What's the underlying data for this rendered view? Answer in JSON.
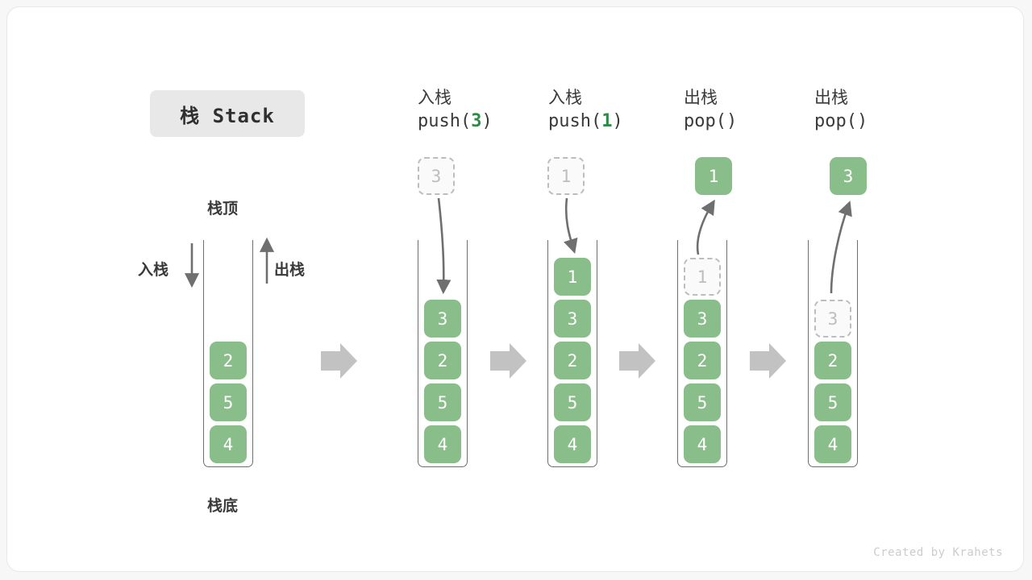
{
  "title": {
    "badge": "栈 Stack"
  },
  "footer": {
    "credit": "Created by Krahets"
  },
  "colors": {
    "element_green": "#89bd89",
    "ghost_border": "#bdbdbd",
    "arrow_gray": "#6f6f6f",
    "flow_arrow_gray": "#c2c2c2",
    "accent_code": "#2e8b46",
    "badge_bg": "#e8e8e8"
  },
  "legend": {
    "top_label": "栈顶",
    "bottom_label": "栈底",
    "push_label": "入栈",
    "pop_label": "出栈"
  },
  "columns": [
    {
      "id": "initial",
      "head_cn": "",
      "head_code_prefix": "",
      "head_code_arg": "",
      "head_code_suffix": "",
      "floating": null,
      "ghost_top": null,
      "cells": [
        "2",
        "5",
        "4"
      ]
    },
    {
      "id": "push-3",
      "head_cn": "入栈",
      "head_code_prefix": "push(",
      "head_code_arg": "3",
      "head_code_suffix": ")",
      "floating": {
        "value": "3",
        "style": "ghost"
      },
      "ghost_top": null,
      "cells": [
        "3",
        "2",
        "5",
        "4"
      ]
    },
    {
      "id": "push-1",
      "head_cn": "入栈",
      "head_code_prefix": "push(",
      "head_code_arg": "1",
      "head_code_suffix": ")",
      "floating": {
        "value": "1",
        "style": "ghost"
      },
      "ghost_top": null,
      "cells": [
        "1",
        "3",
        "2",
        "5",
        "4"
      ]
    },
    {
      "id": "pop-1",
      "head_cn": "出栈",
      "head_code_prefix": "pop(",
      "head_code_arg": "",
      "head_code_suffix": ")",
      "floating": {
        "value": "1",
        "style": "filled"
      },
      "ghost_top": "1",
      "cells": [
        "3",
        "2",
        "5",
        "4"
      ]
    },
    {
      "id": "pop-3",
      "head_cn": "出栈",
      "head_code_prefix": "pop(",
      "head_code_arg": "",
      "head_code_suffix": ")",
      "floating": {
        "value": "3",
        "style": "filled"
      },
      "ghost_top": "3",
      "cells": [
        "2",
        "5",
        "4"
      ]
    }
  ]
}
